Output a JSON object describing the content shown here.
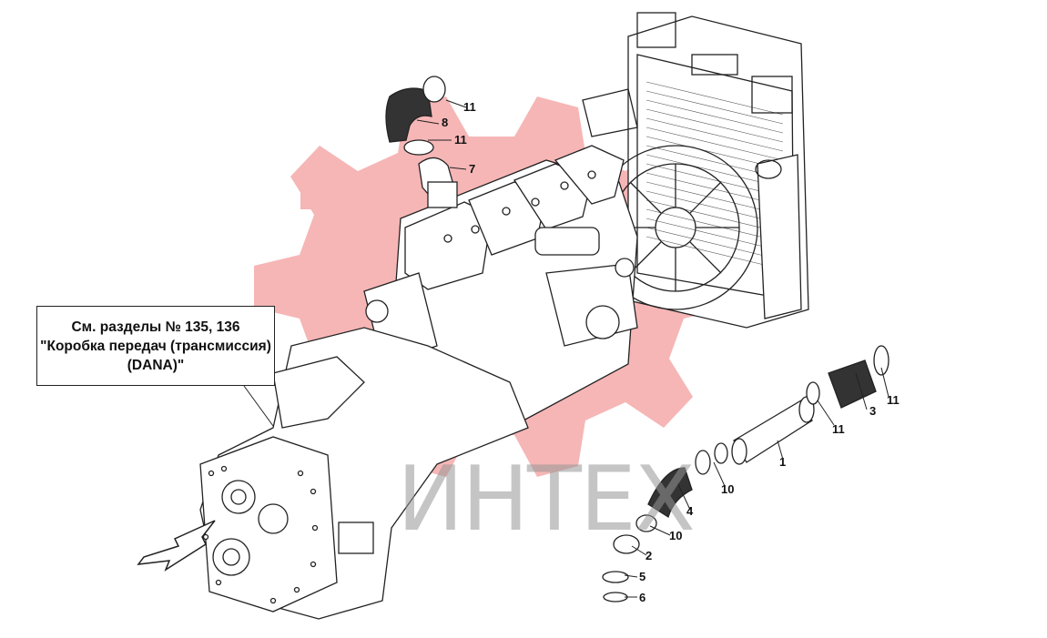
{
  "note_box": {
    "line1": "См. разделы № 135, 136",
    "line2": "\"Коробка передач (трансмиссия)",
    "line3": "(DANA)\""
  },
  "watermark": {
    "text": "ИНТЕХ",
    "gear_color": "#f28b8b",
    "text_color": "#9a9a9a"
  },
  "part_labels": {
    "p1": "1",
    "p2": "2",
    "p3": "3",
    "p4": "4",
    "p5": "5",
    "p6": "6",
    "p7": "7",
    "p8": "8",
    "p10a": "10",
    "p10b": "10",
    "p11a": "11",
    "p11b": "11",
    "p11c": "11",
    "p11d": "11"
  },
  "colors": {
    "line": "#222222",
    "watermark_red": "#f28b8b"
  }
}
